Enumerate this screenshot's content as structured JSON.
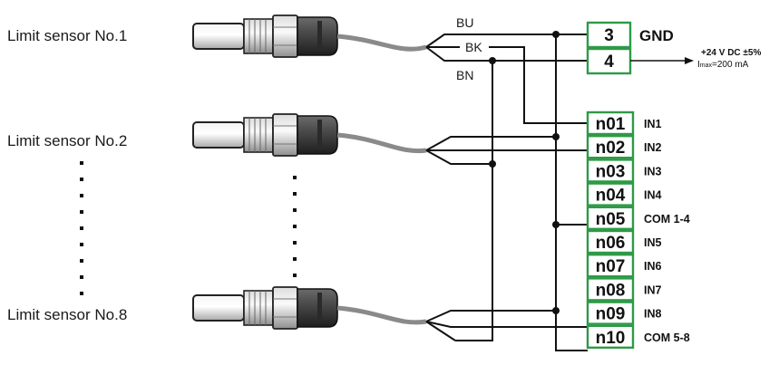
{
  "sensors": [
    {
      "label": "Limit sensor No.1"
    },
    {
      "label": "Limit sensor No.2"
    },
    {
      "label": "Limit sensor No.8"
    }
  ],
  "wires": {
    "bu": "BU",
    "bk": "BK",
    "bn": "BN"
  },
  "power_terminals": [
    {
      "number": "3",
      "signal": "GND"
    },
    {
      "number": "4",
      "signal": ""
    }
  ],
  "power_note": {
    "line1": "+24 V DC ±5%",
    "imax_prefix": "I",
    "imax_sub": "max",
    "imax_value": "=200 mA"
  },
  "io_terminals": [
    {
      "id": "n01",
      "signal": "IN1"
    },
    {
      "id": "n02",
      "signal": "IN2"
    },
    {
      "id": "n03",
      "signal": "IN3"
    },
    {
      "id": "n04",
      "signal": "IN4"
    },
    {
      "id": "n05",
      "signal": "COM 1-4"
    },
    {
      "id": "n06",
      "signal": "IN5"
    },
    {
      "id": "n07",
      "signal": "IN6"
    },
    {
      "id": "n08",
      "signal": "IN7"
    },
    {
      "id": "n09",
      "signal": "IN8"
    },
    {
      "id": "n10",
      "signal": "COM 5-8"
    }
  ],
  "colors": {
    "terminal_border": "#2e9a47",
    "cable": "#8a8a8a",
    "wire": "#111111"
  }
}
